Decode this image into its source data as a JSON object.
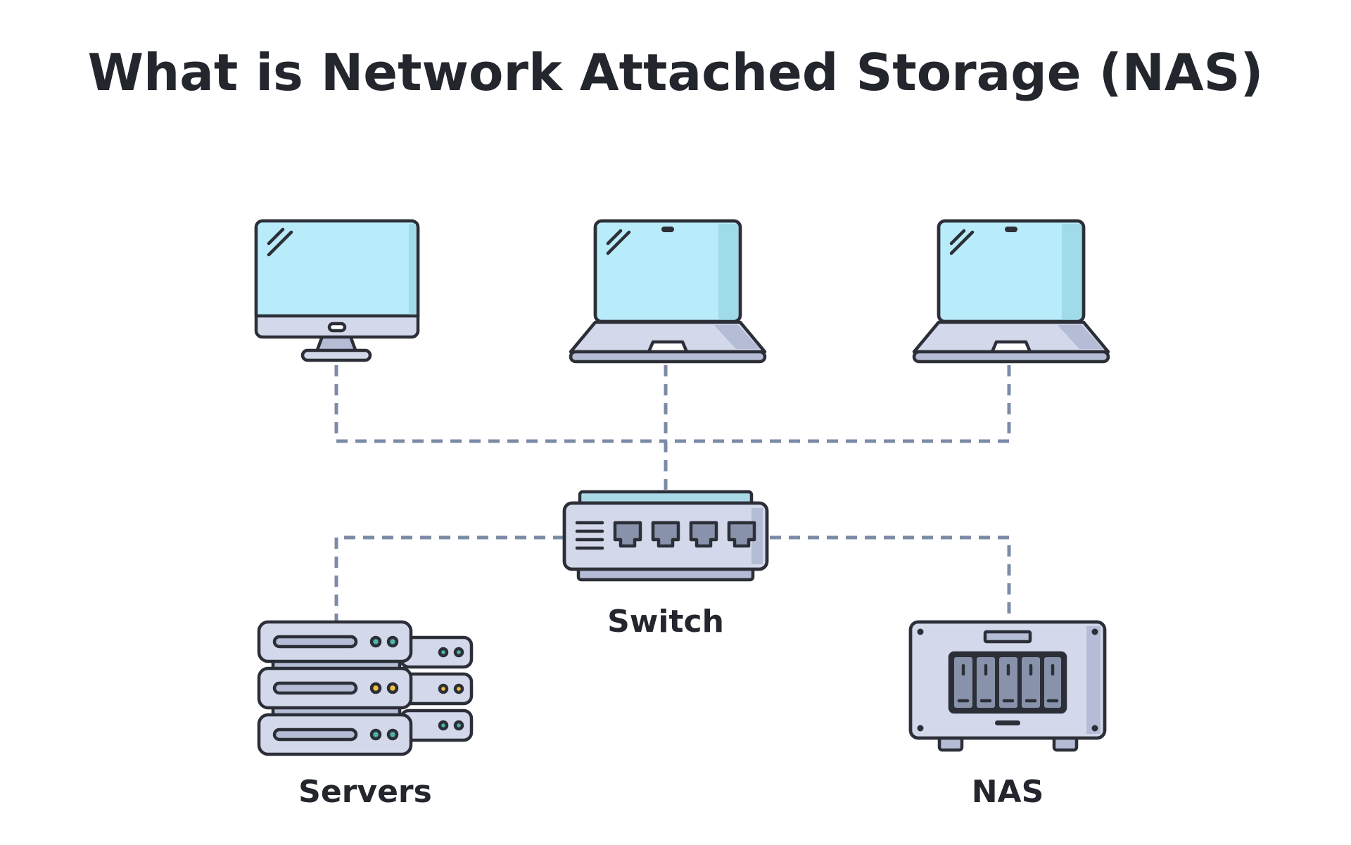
{
  "title": "What is Network Attached Storage (NAS)",
  "nodes": {
    "desktop": {
      "label": ""
    },
    "laptop_center": {
      "label": ""
    },
    "laptop_right": {
      "label": ""
    },
    "switch": {
      "label": "Switch"
    },
    "servers": {
      "label": "Servers"
    },
    "nas": {
      "label": "NAS"
    }
  },
  "edges": [
    {
      "from": "desktop",
      "to": "switch"
    },
    {
      "from": "laptop_center",
      "to": "switch"
    },
    {
      "from": "laptop_right",
      "to": "switch"
    },
    {
      "from": "switch",
      "to": "servers"
    },
    {
      "from": "switch",
      "to": "nas"
    }
  ],
  "colors": {
    "screen": "#b9ecfa",
    "screen_shade": "#9fdbe9",
    "device_body": "#d3d8ea",
    "device_shade": "#b4bcd6",
    "outline": "#2c2f37",
    "connector": "#7c8ba6",
    "led_teal": "#4fb3a8",
    "led_yellow": "#f0c23e",
    "drive_bay": "#8893ab"
  },
  "icons": {
    "desktop": "desktop-monitor-icon",
    "laptop": "laptop-icon",
    "switch": "network-switch-icon",
    "servers": "server-rack-icon",
    "nas": "nas-storage-icon"
  }
}
